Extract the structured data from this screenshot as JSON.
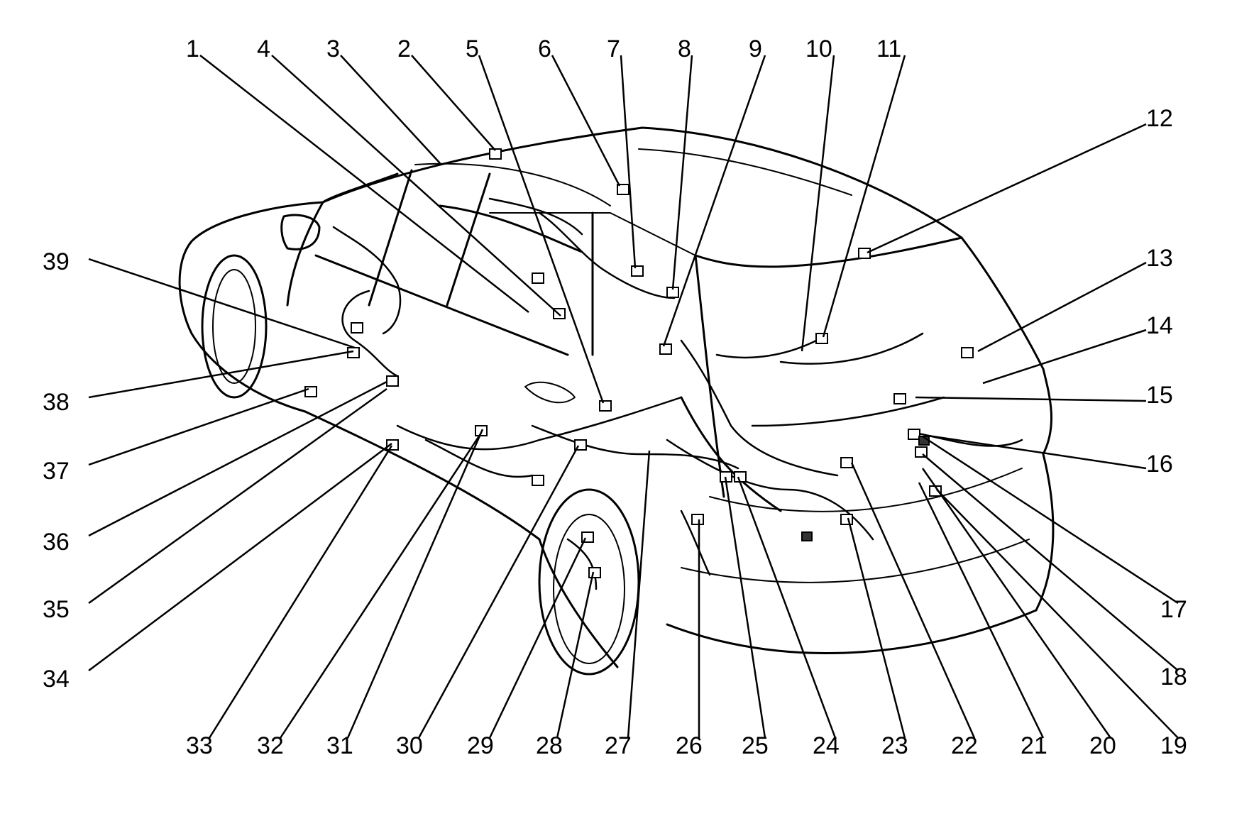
{
  "callouts": [
    {
      "id": "1",
      "text": "1"
    },
    {
      "id": "2",
      "text": "2"
    },
    {
      "id": "3",
      "text": "3"
    },
    {
      "id": "4",
      "text": "4"
    },
    {
      "id": "5",
      "text": "5"
    },
    {
      "id": "6",
      "text": "6"
    },
    {
      "id": "7",
      "text": "7"
    },
    {
      "id": "8",
      "text": "8"
    },
    {
      "id": "9",
      "text": "9"
    },
    {
      "id": "10",
      "text": "10"
    },
    {
      "id": "11",
      "text": "11"
    },
    {
      "id": "12",
      "text": "12"
    },
    {
      "id": "13",
      "text": "13"
    },
    {
      "id": "14",
      "text": "14"
    },
    {
      "id": "15",
      "text": "15"
    },
    {
      "id": "16",
      "text": "16"
    },
    {
      "id": "17",
      "text": "17"
    },
    {
      "id": "18",
      "text": "18"
    },
    {
      "id": "19",
      "text": "19"
    },
    {
      "id": "20",
      "text": "20"
    },
    {
      "id": "21",
      "text": "21"
    },
    {
      "id": "22",
      "text": "22"
    },
    {
      "id": "23",
      "text": "23"
    },
    {
      "id": "24",
      "text": "24"
    },
    {
      "id": "25",
      "text": "25"
    },
    {
      "id": "26",
      "text": "26"
    },
    {
      "id": "27",
      "text": "27"
    },
    {
      "id": "28",
      "text": "28"
    },
    {
      "id": "29",
      "text": "29"
    },
    {
      "id": "30",
      "text": "30"
    },
    {
      "id": "31",
      "text": "31"
    },
    {
      "id": "32",
      "text": "32"
    },
    {
      "id": "33",
      "text": "33"
    },
    {
      "id": "34",
      "text": "34"
    },
    {
      "id": "35",
      "text": "35"
    },
    {
      "id": "36",
      "text": "36"
    },
    {
      "id": "37",
      "text": "37"
    },
    {
      "id": "38",
      "text": "38"
    },
    {
      "id": "39",
      "text": "39"
    }
  ],
  "colors": {
    "line": "#000000",
    "background": "#ffffff"
  }
}
